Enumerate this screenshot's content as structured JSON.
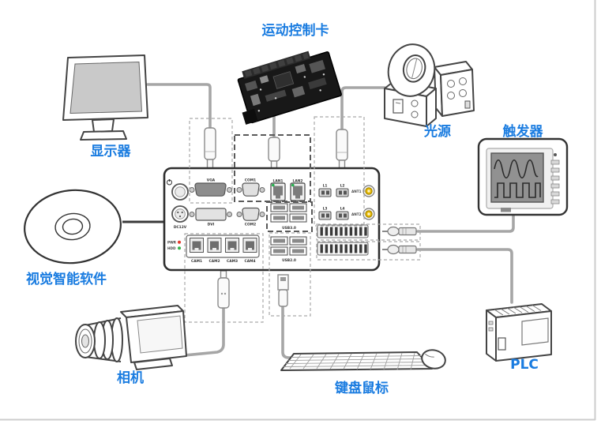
{
  "diagram": {
    "label_color": "#1a7ce0",
    "devices": {
      "monitor": "显示器",
      "motion_card": "运动控制卡",
      "light": "光源",
      "trigger": "触发器",
      "software": "视觉智能软件",
      "camera": "相机",
      "keyboard_mouse": "键盘鼠标",
      "plc": "PLC"
    },
    "controller": {
      "dc_label": "DC12V",
      "leds": {
        "pwr": "PWR",
        "hdd": "HDD"
      },
      "ports": {
        "vga": "VGA",
        "com1": "COM1",
        "dvi": "DVI",
        "com2": "COM2",
        "lan1": "LAN1",
        "lan2": "LAN2",
        "usb3": "USB3.0",
        "usb2": "USB2.0",
        "l1": "L1",
        "l2": "L2",
        "l3": "L3",
        "l4": "L4",
        "ant1": "ANT1",
        "ant2": "ANT2",
        "cam1": "CAM1",
        "cam2": "CAM2",
        "cam3": "CAM3",
        "cam4": "CAM4"
      }
    }
  }
}
